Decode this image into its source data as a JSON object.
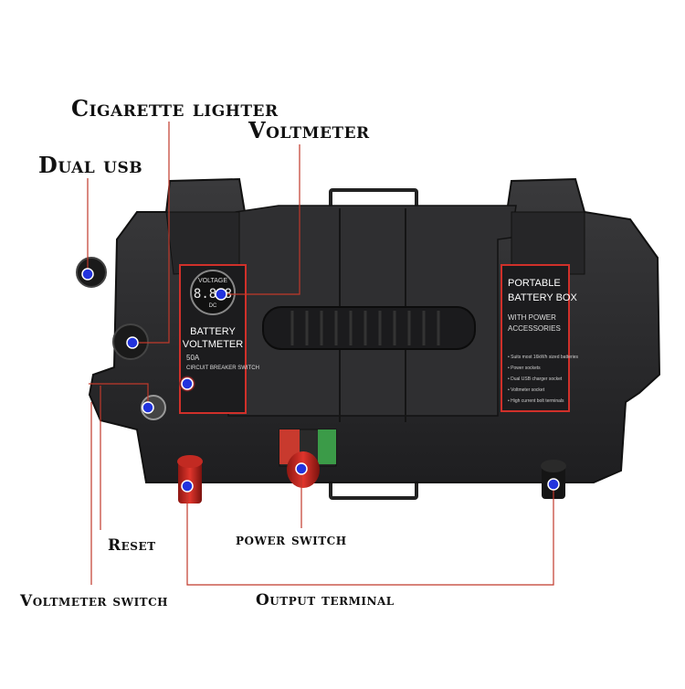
{
  "callouts": {
    "cigarette_lighter": "Cigarette lighter",
    "voltmeter": "Voltmeter",
    "dual_usb": "Dual usb",
    "reset": "Reset",
    "power_switch": "power switch",
    "voltmeter_switch": "Voltmeter switch",
    "output_terminal": "Output terminal"
  },
  "left_panel": {
    "gauge_label": "VOLTAGE",
    "gauge_reading": "8.8.8",
    "gauge_unit": "DC",
    "line1": "BATTERY",
    "line2": "VOLTMETER",
    "line3": "50A",
    "line4": "CIRCUIT BREAKER SWITCH"
  },
  "right_panel": {
    "title1": "PORTABLE",
    "title2": "BATTERY BOX",
    "sub1": "WITH POWER",
    "sub2": "ACCESSORIES",
    "bullets": [
      "Suits most 16kWh sized batteries",
      "Power sockets",
      "Dual USB charger socket",
      "Voltmeter socket",
      "High current bolt terminals"
    ]
  },
  "colors": {
    "body": "#2b2b2d",
    "accent_red": "#d0302a",
    "marker_blue": "#2233dd",
    "line_red": "#c0392b",
    "switch_green": "#3b9b48"
  }
}
